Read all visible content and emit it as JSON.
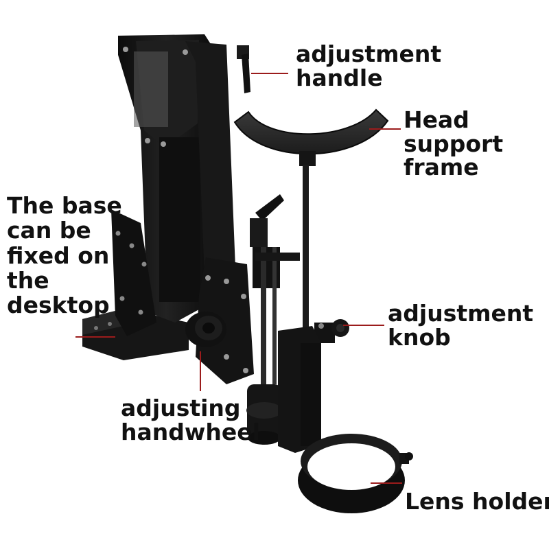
{
  "image": {
    "subject": "black metal microscope / lens holder stand",
    "background": "#ffffff",
    "accent_line_color": "#9b1c1c",
    "metal_color": "#141414",
    "pad_color": "#2a2a2a"
  },
  "labels": {
    "adjustment_handle": [
      "adjustment",
      "handle"
    ],
    "head_support_frame": [
      "Head",
      "support",
      "frame"
    ],
    "base_fixed": [
      "The base",
      "can be",
      "fixed on",
      "the",
      "desktop"
    ],
    "adjustment_knob": [
      "adjustment",
      "knob"
    ],
    "adjusting_handwheel": [
      "adjusting",
      "handwheel"
    ],
    "lens_holder": [
      "Lens holder"
    ]
  }
}
